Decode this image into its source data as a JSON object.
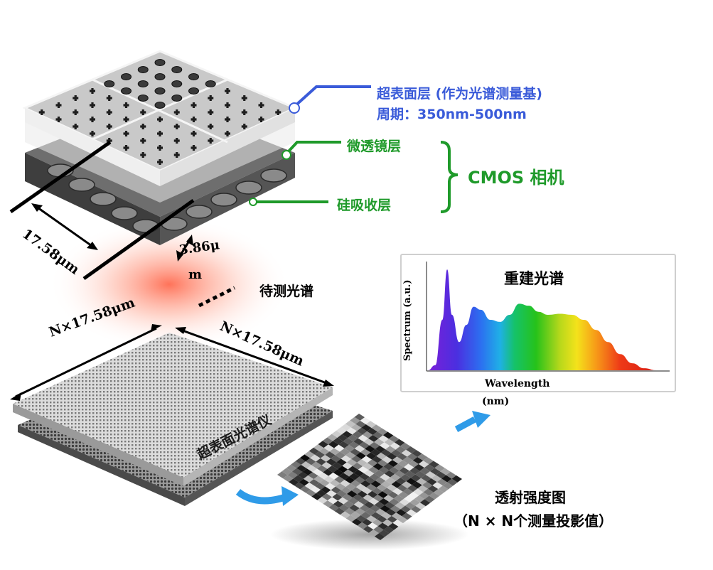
{
  "labels": {
    "metasurface": "超表面层 (作为光谱测量基)",
    "period": "周期：350nm-500nm",
    "microlens": "微透镜层",
    "silicon": "硅吸收层",
    "cmos": "CMOS 相机",
    "dim_cell": "17.58μm",
    "dim_height": "3.86μ",
    "dim_height_cont": "m",
    "spectrum_test": "待测光谱",
    "dim_nx_left": "N×17.58μm",
    "dim_nx_right": "N×17.58μm",
    "spectrometer": "超表面光谱仪",
    "recon_title": "重建光谱",
    "ylabel": "Spectrum (a.u.)",
    "xlabel": "Wavelength",
    "xunit": "(nm)",
    "transmission_title": "透射强度图",
    "transmission_sub": "（N × N个测量投影值）"
  },
  "colors": {
    "blue_label": "#3a5bd9",
    "green_label": "#1f9a2a",
    "arrow_blue": "#2f9be8"
  },
  "chart_data": {
    "type": "area",
    "title": "重建光谱",
    "xlabel": "Wavelength",
    "ylabel": "Spectrum (a.u.)",
    "x": [
      0,
      0.03,
      0.06,
      0.08,
      0.1,
      0.13,
      0.16,
      0.19,
      0.22,
      0.26,
      0.3,
      0.34,
      0.38,
      0.42,
      0.46,
      0.5,
      0.55,
      0.6,
      0.65,
      0.7,
      0.75,
      0.8,
      0.85,
      0.9,
      0.95,
      1.0
    ],
    "y": [
      0.0,
      0.05,
      0.5,
      1.0,
      0.55,
      0.28,
      0.45,
      0.63,
      0.6,
      0.5,
      0.48,
      0.55,
      0.66,
      0.64,
      0.58,
      0.55,
      0.56,
      0.55,
      0.5,
      0.4,
      0.28,
      0.16,
      0.07,
      0.02,
      0.0,
      0.0
    ],
    "xlim": [
      0,
      1
    ],
    "ylim": [
      0,
      1.05
    ],
    "grid": false
  }
}
